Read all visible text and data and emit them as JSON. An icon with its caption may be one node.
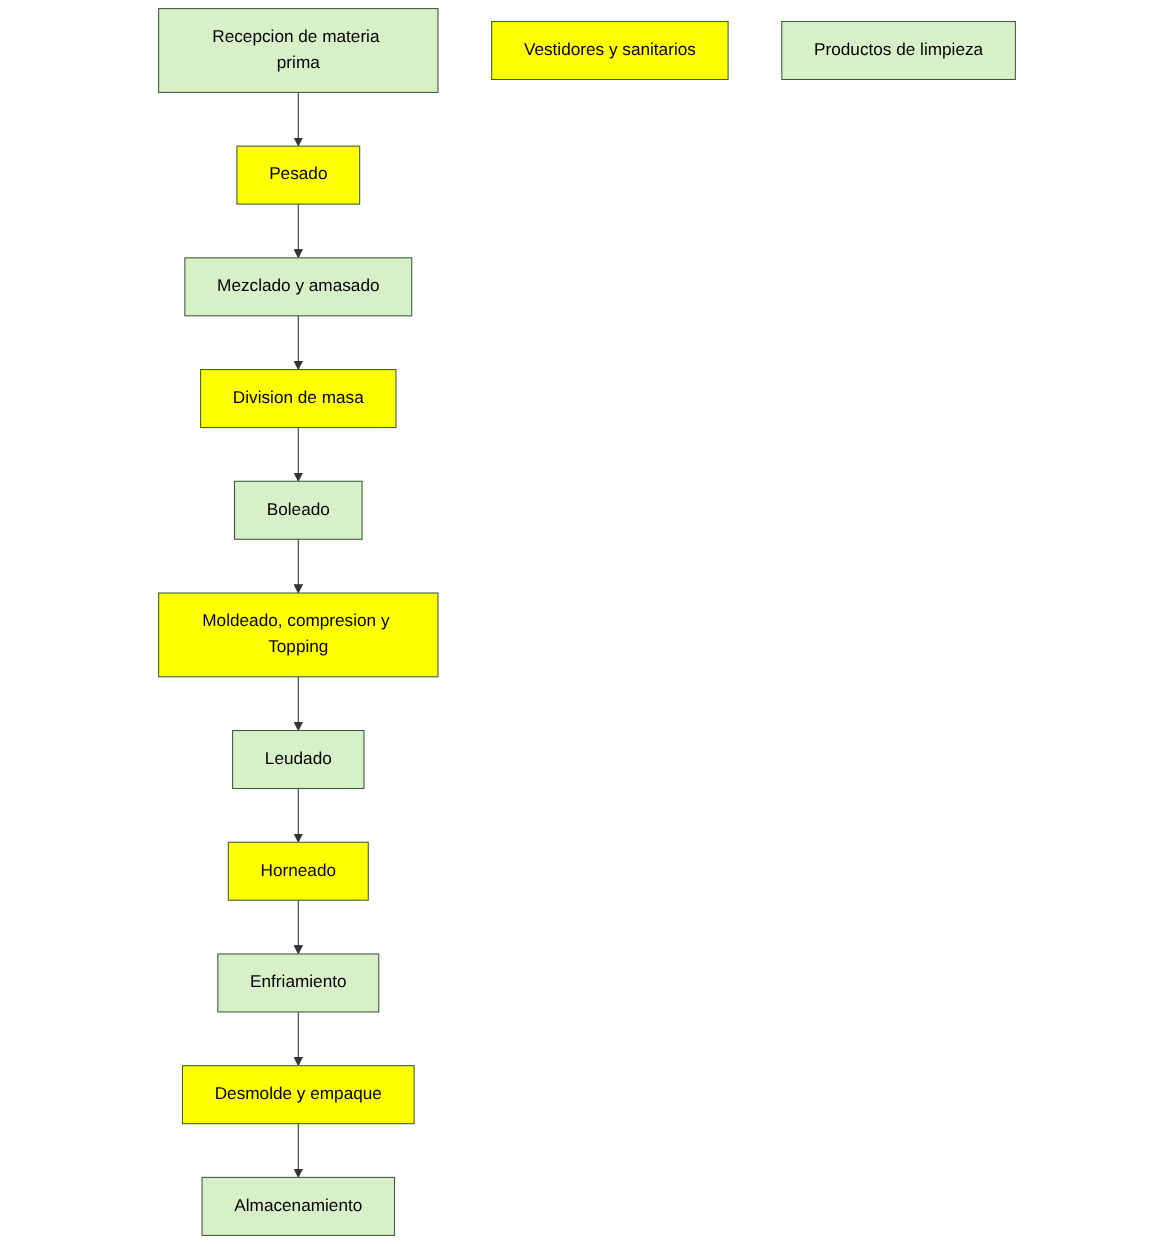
{
  "diagram": {
    "nodes": [
      {
        "text": [
          "Pesado"
        ]
      },
      {
        "text": [
          "Recepcion de materia prima"
        ]
      },
      {
        "text": [
          "Vestidores y sanitarios"
        ]
      },
      {
        "text": [
          "Mezclado y amasado"
        ]
      },
      {
        "text": [
          "Division de masa"
        ]
      },
      {
        "text": [
          "Productos de limpieza"
        ]
      },
      {
        "text": [
          "Moldeado, compresion y Topping"
        ]
      },
      {
        "text": [
          "Boleado"
        ]
      },
      {
        "text": [
          "Leudado"
        ]
      },
      {
        "text": [
          "Horneado"
        ]
      },
      {
        "text": [
          "Desmolde y empaque"
        ]
      },
      {
        "text": [
          "Enfriamiento"
        ]
      },
      {
        "text": [
          "Almacenamiento"
        ]
      }
    ],
    "edges": [
      {
        "from": 1,
        "to": 0,
        "arrow": "to"
      },
      {
        "from": 0,
        "to": 3,
        "arrow": "to"
      },
      {
        "from": 3,
        "to": 4,
        "arrow": "to"
      },
      {
        "from": 4,
        "to": 7,
        "arrow": "to"
      },
      {
        "from": 7,
        "to": 6,
        "arrow": "to"
      },
      {
        "from": 6,
        "to": 8,
        "arrow": "to"
      },
      {
        "from": 8,
        "to": 9,
        "arrow": "to"
      },
      {
        "from": 9,
        "to": 11,
        "arrow": "to"
      },
      {
        "from": 11,
        "to": 10,
        "arrow": "to"
      },
      {
        "from": 10,
        "to": 12,
        "arrow": "to"
      }
    ]
  }
}
